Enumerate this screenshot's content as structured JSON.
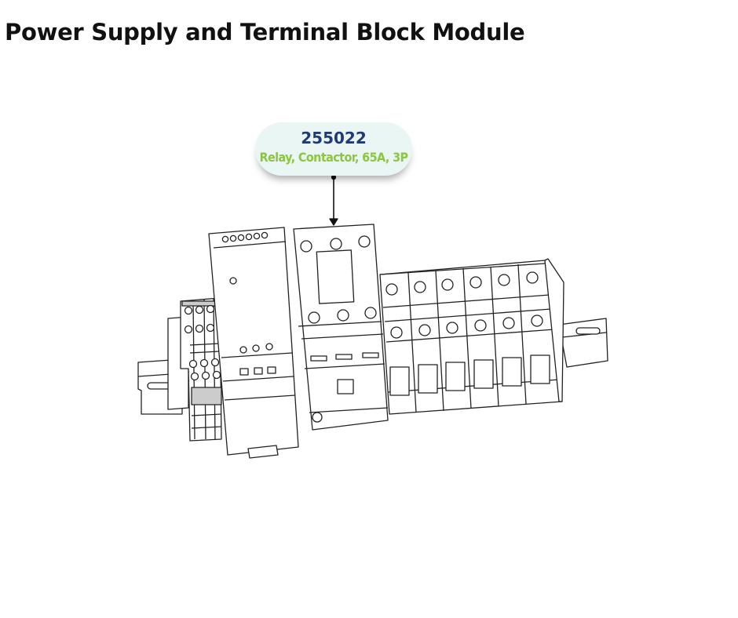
{
  "page": {
    "title": "Power Supply and Terminal Block Module"
  },
  "callout": {
    "part_number": "255022",
    "description": "Relay, Contactor, 65A, 3P"
  },
  "colors": {
    "title": "#111111",
    "part_number": "#1f3a78",
    "description": "#8cc63f",
    "callout_bg": "#eaf6f4",
    "line_art": "#222222"
  }
}
